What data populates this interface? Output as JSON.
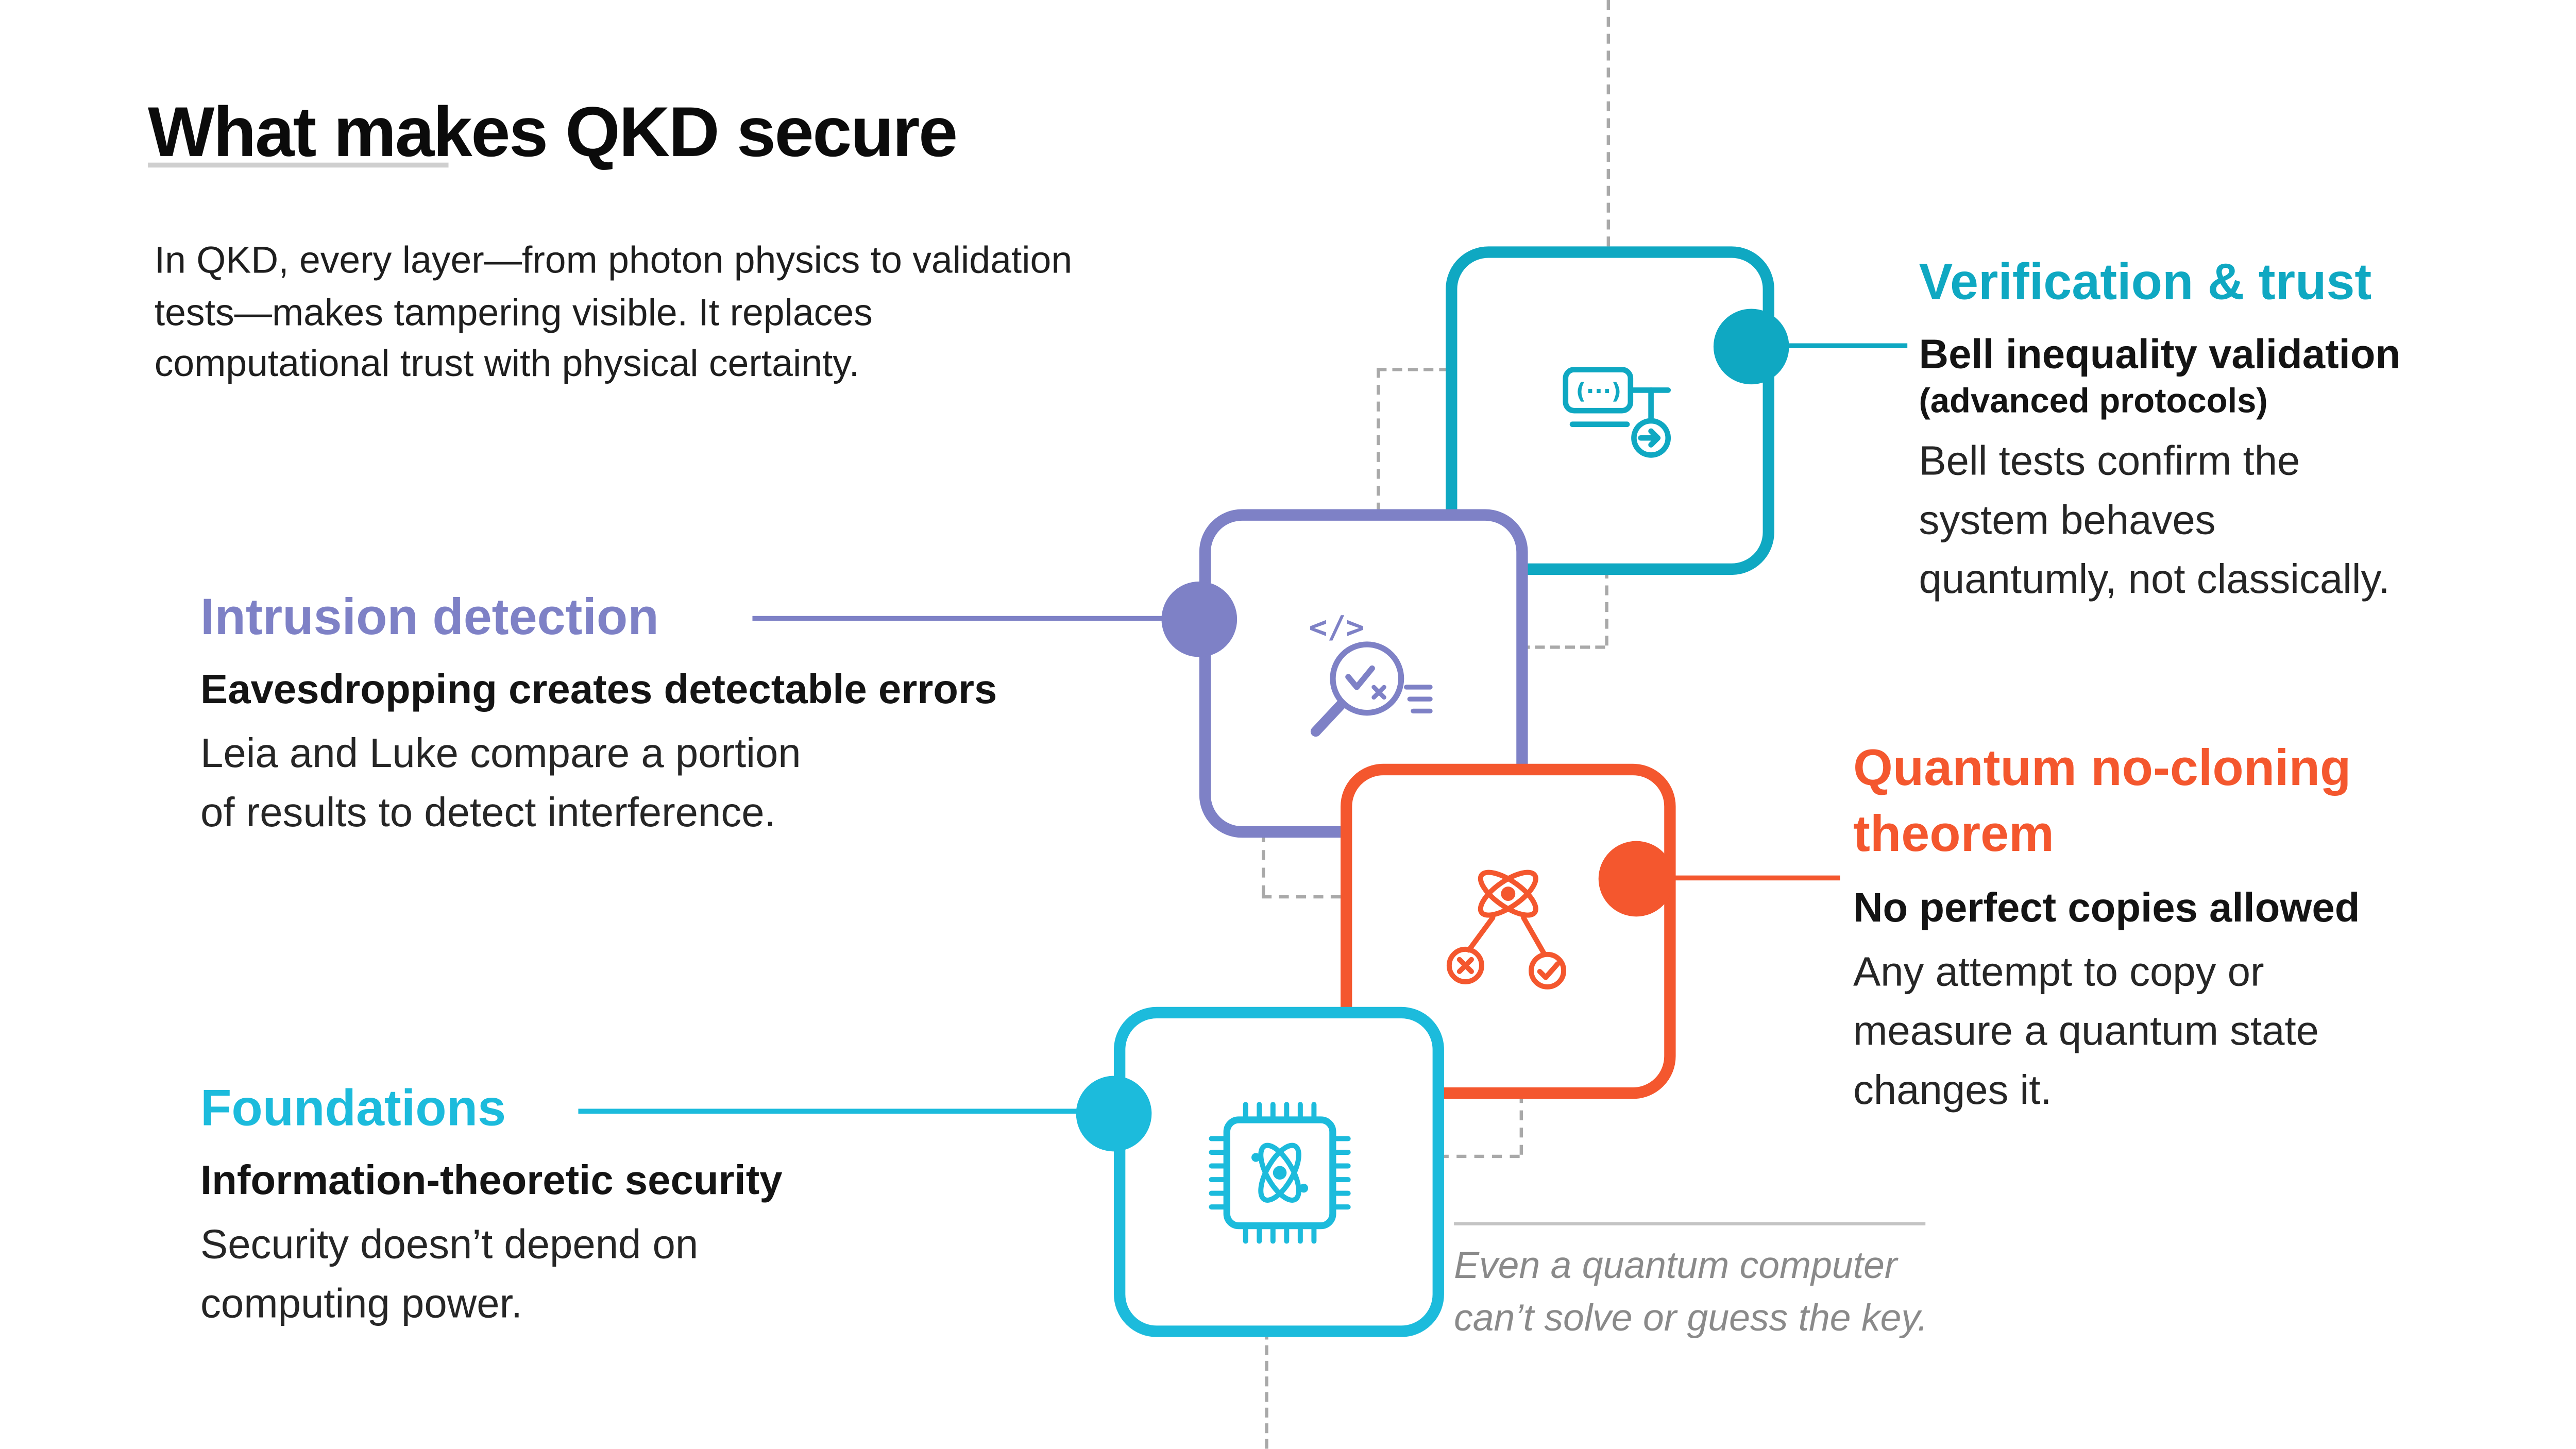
{
  "page": {
    "title": "What makes QKD secure",
    "intro": "In QKD, every layer—from photon physics to validation\ntests—makes tampering visible. It replaces\ncomputational trust with physical certainty.",
    "footnote": "Even a quantum computer\ncan’t solve or guess the key."
  },
  "colors": {
    "foundations": "#1CBBDC",
    "intrusion_detection": "#7E81C6",
    "no_cloning": "#F4572E",
    "verification": "#0FA8C2",
    "dashed_connector": "#A9A9A9",
    "body_text": "#262626",
    "footnote_gray": "#8A8A8A"
  },
  "icons": {
    "code_glyph": "</>",
    "circuit_glyph": "(···)"
  },
  "steps": [
    {
      "id": "foundations",
      "heading": "Foundations",
      "subheading": "Information-theoretic security",
      "body": "Security doesn’t depend on\ncomputing power.",
      "icon": "chip-atom-icon",
      "color": "#1CBBDC"
    },
    {
      "id": "intrusion-detection",
      "heading": "Intrusion detection",
      "subheading": "Eavesdropping creates detectable errors",
      "body": "Leia and Luke compare a portion\nof results to detect interference.",
      "icon": "code-magnifier-icon",
      "color": "#7E81C6"
    },
    {
      "id": "quantum-no-cloning",
      "heading": "Quantum no-cloning\ntheorem",
      "subheading": "No perfect copies allowed",
      "body": "Any attempt to copy or\nmeasure a quantum state\nchanges it.",
      "icon": "atom-verify-icon",
      "color": "#F4572E"
    },
    {
      "id": "verification-trust",
      "heading": "Verification & trust",
      "subheading": "Bell inequality validation",
      "subnote": "(advanced protocols)",
      "body": "Bell tests confirm the\nsystem behaves\nquantumly, not classically.",
      "icon": "quantum-circuit-icon",
      "color": "#0FA8C2"
    }
  ]
}
